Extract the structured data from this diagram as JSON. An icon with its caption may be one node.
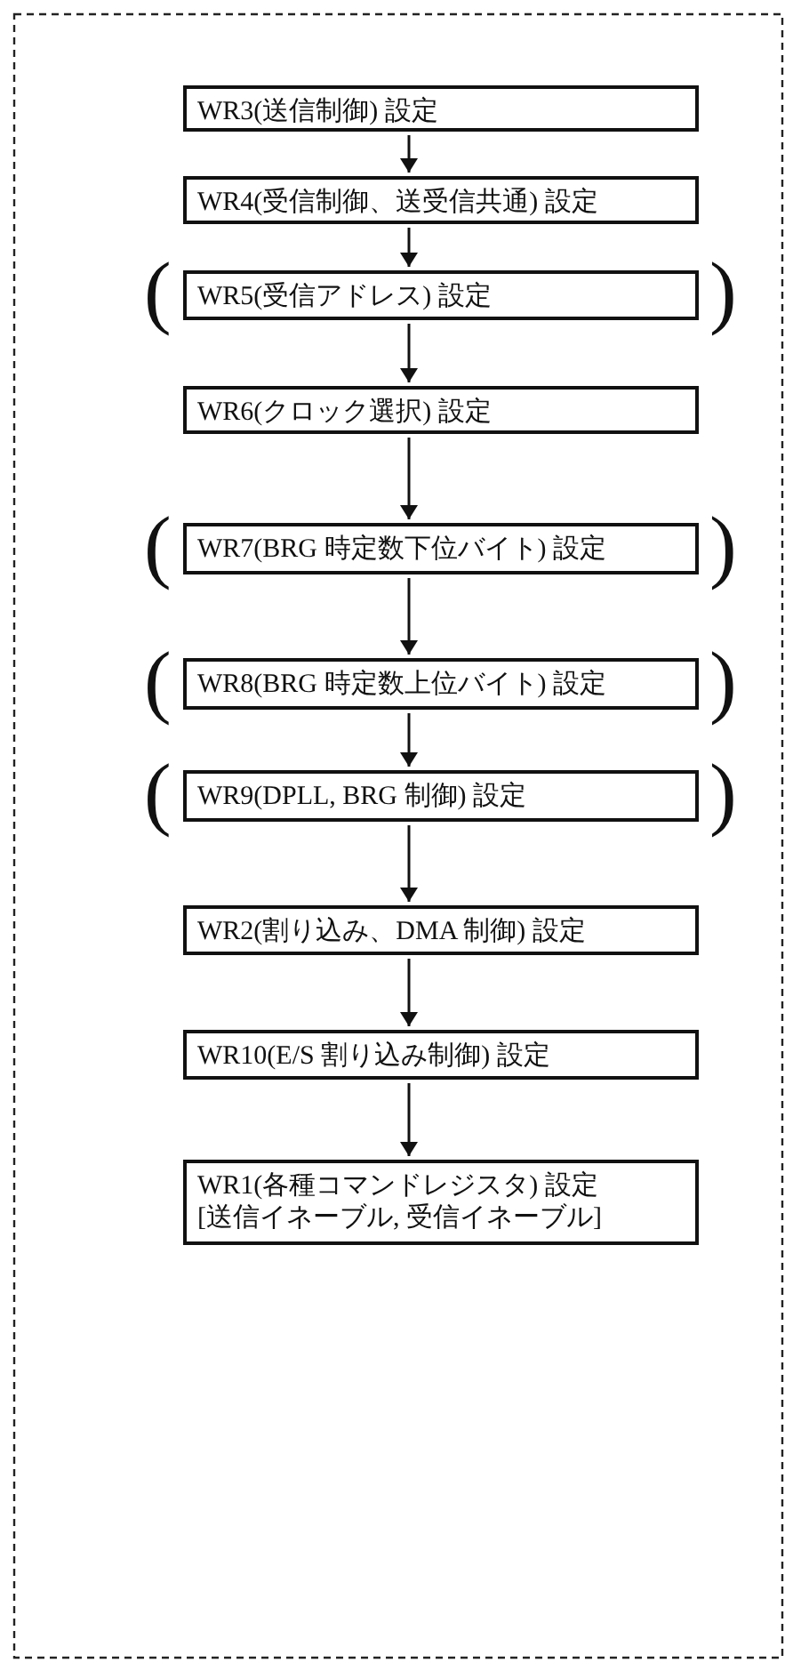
{
  "diagram": {
    "nodes": [
      {
        "text": [
          "WR3(送信制御) 設定"
        ]
      },
      {
        "text": [
          "WR4(受信制御、送受信共通) 設定"
        ]
      },
      {
        "text": [
          "WR5(受信アドレス) 設定"
        ],
        "beside": [
          "(",
          ")"
        ]
      },
      {
        "text": [
          "WR6(クロック選択) 設定"
        ]
      },
      {
        "text": [
          "WR7(BRG 時定数下位バイト) 設定"
        ],
        "beside": [
          "(",
          ")"
        ]
      },
      {
        "text": [
          "WR8(BRG 時定数上位バイト) 設定"
        ],
        "beside": [
          "(",
          ")"
        ]
      },
      {
        "text": [
          "WR9(DPLL, BRG 制御) 設定"
        ],
        "beside": [
          "(",
          ")"
        ]
      },
      {
        "text": [
          "WR2(割り込み、DMA 制御) 設定"
        ]
      },
      {
        "text": [
          "WR10(E/S 割り込み制御) 設定"
        ]
      },
      {
        "text": [
          "WR1(各種コマンドレジスタ) 設定 [送信イネーブル, 受信イネーブル]"
        ]
      }
    ],
    "edges": [
      {
        "from": 0,
        "to": 1,
        "arrow": "to"
      },
      {
        "from": 1,
        "to": 2,
        "arrow": "to"
      },
      {
        "from": 2,
        "to": 3,
        "arrow": "to"
      },
      {
        "from": 3,
        "to": 4,
        "arrow": "to"
      },
      {
        "from": 4,
        "to": 5,
        "arrow": "to"
      },
      {
        "from": 5,
        "to": 6,
        "arrow": "to"
      },
      {
        "from": 6,
        "to": 7,
        "arrow": "to"
      },
      {
        "from": 7,
        "to": 8,
        "arrow": "to"
      },
      {
        "from": 8,
        "to": 9,
        "arrow": "to"
      }
    ]
  }
}
